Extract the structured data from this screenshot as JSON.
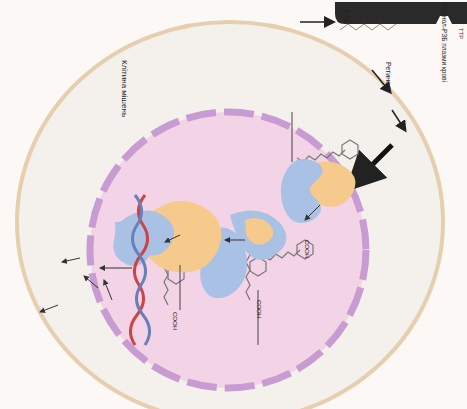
{
  "diagram": {
    "nodes": [
      {
        "text": [
          "Клітина мішень"
        ]
      },
      {
        "text": [
          "Ретинол-РЗБ плазми крові",
          "ТТР"
        ]
      }
    ],
    "edges": [],
    "labels": [
      "РЗБ",
      "Ретинол",
      "COOH",
      "COOH",
      "COOH"
    ]
  }
}
